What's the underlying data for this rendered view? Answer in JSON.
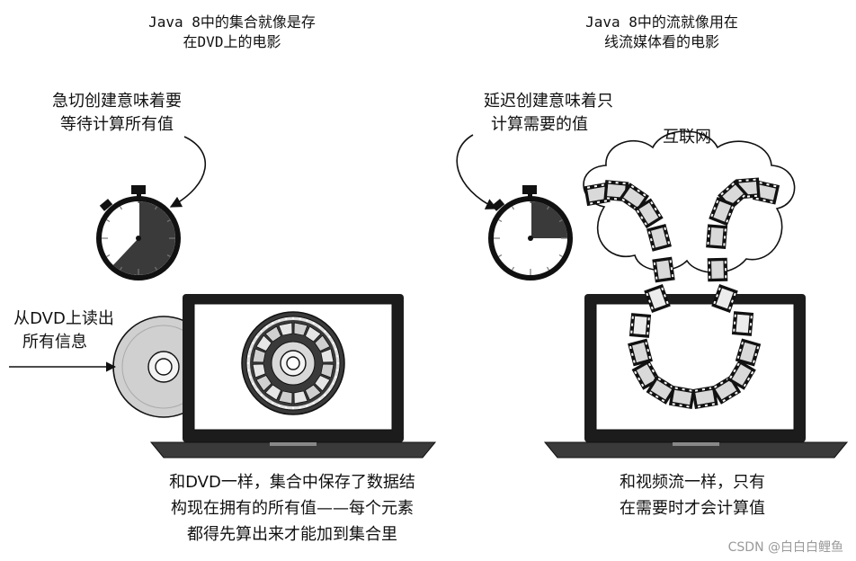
{
  "left_panel": {
    "title_line1": "Java 8中的集合就像是存",
    "title_line2": "在DVD上的电影",
    "annotation_line1": "急切创建意味着要",
    "annotation_line2": "等待计算所有值",
    "side_label_line1": "从DVD上读出",
    "side_label_line2": "所有信息",
    "caption_line1": "和DVD一样，集合中保存了数据结",
    "caption_line2": "构现在拥有的所有值——每个元素",
    "caption_line3": "都得先算出来才能加到集合里"
  },
  "right_panel": {
    "title_line1": "Java 8中的流就像用在",
    "title_line2": "线流媒体看的电影",
    "annotation_line1": "延迟创建意味着只",
    "annotation_line2": "计算需要的值",
    "cloud_label": "互联网",
    "caption_line1": "和视频流一样，只有",
    "caption_line2": "在需要时才会计算值"
  },
  "stopwatches": {
    "left_fraction_elapsed": 0.62,
    "right_fraction_elapsed": 0.25
  },
  "watermark": "CSDN @白白白鲤鱼",
  "colors": {
    "ink": "#111111",
    "fill_dark": "#3a3a3a",
    "fill_mid": "#8c8c8c",
    "fill_light": "#d9d9d9",
    "film_light": "#ececec"
  }
}
